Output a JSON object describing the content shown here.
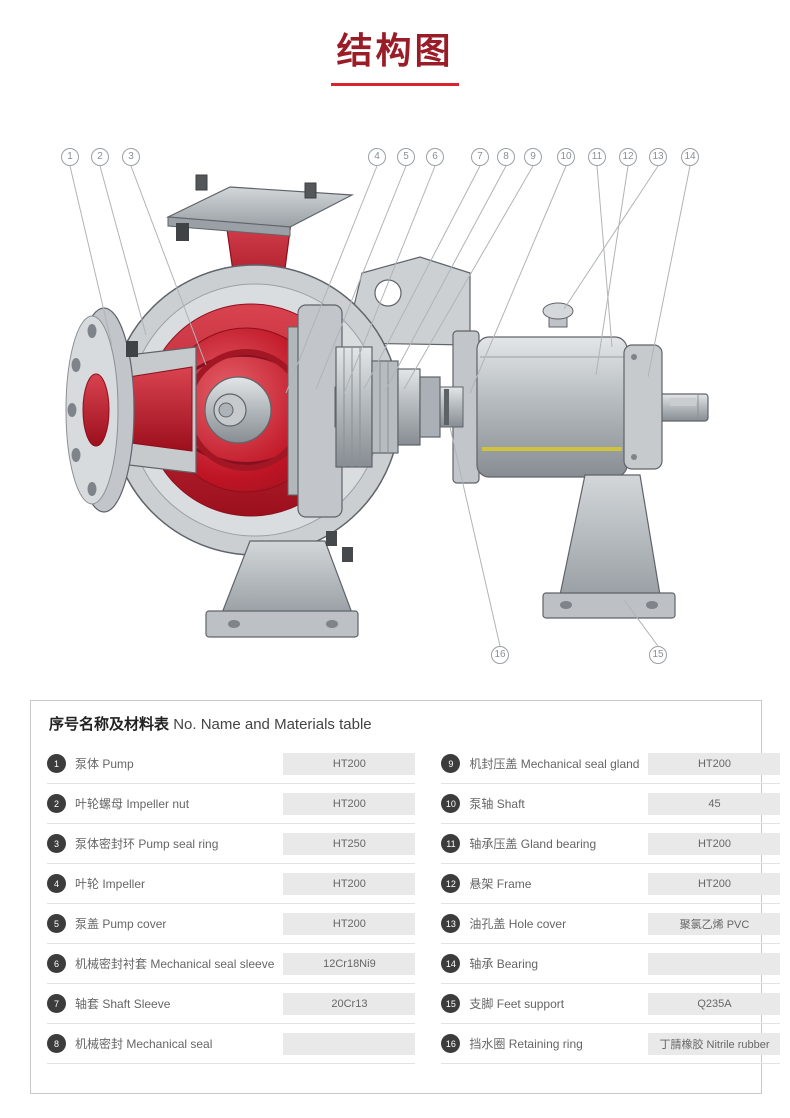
{
  "header": {
    "title": "结构图"
  },
  "colors": {
    "accent_red": "#d9232e",
    "pump_red": "#c01525",
    "badge_dark": "#3c3c3c"
  },
  "diagram": {
    "callouts_top": [
      "1",
      "2",
      "3",
      "4",
      "5",
      "6",
      "7",
      "8",
      "9",
      "10",
      "11",
      "12",
      "13",
      "14"
    ],
    "callouts_bottom": [
      "16",
      "15"
    ]
  },
  "table": {
    "title_zh": "序号名称及材料表",
    "title_en": "No. Name and Materials table",
    "left_rows": [
      {
        "no": "1",
        "name": "泵体 Pump",
        "material": "HT200"
      },
      {
        "no": "2",
        "name": "叶轮螺母 Impeller nut",
        "material": "HT200"
      },
      {
        "no": "3",
        "name": "泵体密封环 Pump seal ring",
        "material": "HT250"
      },
      {
        "no": "4",
        "name": "叶轮 Impeller",
        "material": "HT200"
      },
      {
        "no": "5",
        "name": "泵盖 Pump cover",
        "material": "HT200"
      },
      {
        "no": "6",
        "name": "机械密封衬套 Mechanical seal sleeve",
        "material": "12Cr18Ni9"
      },
      {
        "no": "7",
        "name": "轴套 Shaft Sleeve",
        "material": "20Cr13"
      },
      {
        "no": "8",
        "name": "机械密封 Mechanical seal",
        "material": ""
      }
    ],
    "right_rows": [
      {
        "no": "9",
        "name": "机封压盖 Mechanical seal gland",
        "material": "HT200"
      },
      {
        "no": "10",
        "name": "泵轴 Shaft",
        "material": "45"
      },
      {
        "no": "11",
        "name": "轴承压盖 Gland bearing",
        "material": "HT200"
      },
      {
        "no": "12",
        "name": "悬架 Frame",
        "material": "HT200"
      },
      {
        "no": "13",
        "name": "油孔盖 Hole cover",
        "material": "聚氯乙烯 PVC"
      },
      {
        "no": "14",
        "name": "轴承 Bearing",
        "material": ""
      },
      {
        "no": "15",
        "name": "支脚 Feet support",
        "material": "Q235A"
      },
      {
        "no": "16",
        "name": "挡水圈 Retaining ring",
        "material": "丁腈橡胶 Nitrile rubber"
      }
    ]
  }
}
